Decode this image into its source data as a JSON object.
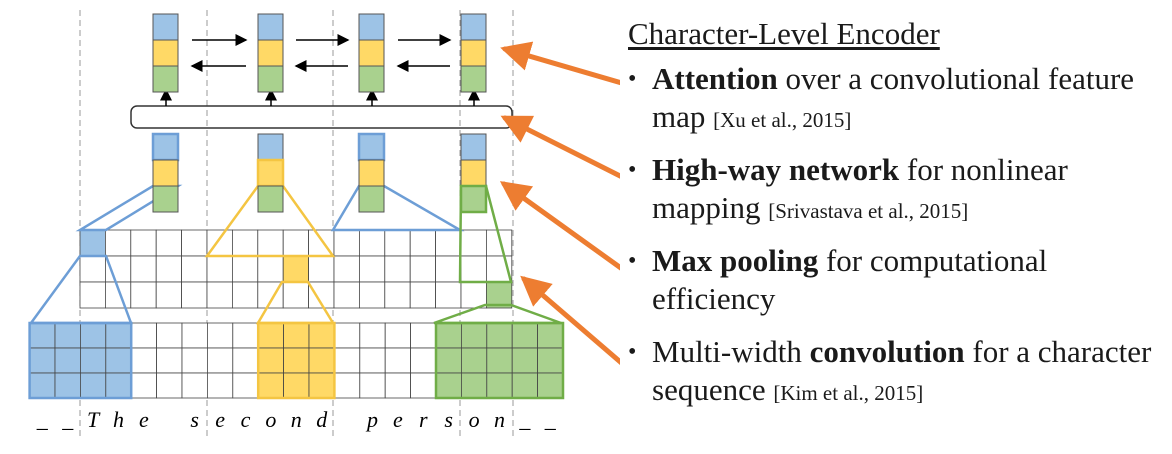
{
  "title": "Character-Level Encoder",
  "bullets": [
    {
      "bold": "Attention",
      "lead": "",
      "rest": " over a convolutional feature map ",
      "cite": "[Xu et al., 2015]"
    },
    {
      "bold": "High-way network",
      "lead": "",
      "rest": " for nonlinear mapping ",
      "cite": "[Srivastava et al., 2015]"
    },
    {
      "bold": "Max pooling",
      "lead": "",
      "rest": " for computational efficiency",
      "cite": ""
    },
    {
      "bold": "convolution",
      "lead": "Multi-width ",
      "rest": " for a character sequence ",
      "cite": "[Kim et al., 2015]"
    }
  ],
  "sequence": [
    "_",
    "_",
    "T",
    "h",
    "e",
    "",
    "s",
    "e",
    "c",
    "o",
    "n",
    "d",
    "",
    "p",
    "e",
    "r",
    "s",
    "o",
    "n",
    "_",
    "_"
  ],
  "colors": {
    "blue": "#9dc3e6",
    "blue_stroke": "#6d9ed6",
    "yellow": "#ffd966",
    "yellow_stroke": "#f4c542",
    "green": "#a9d18e",
    "green_stroke": "#70ad47",
    "arrow": "#ed7d31"
  }
}
